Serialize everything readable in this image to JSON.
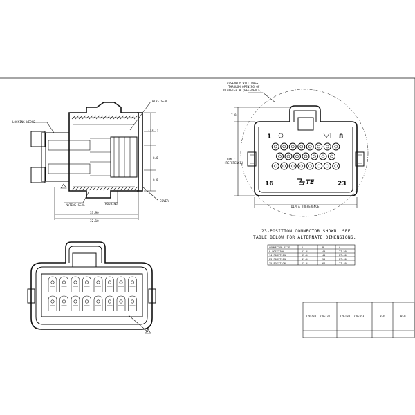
{
  "side_view": {
    "labels": {
      "locking_wedge": "LOCKING WEDGE",
      "wire_seal": "WIRE SEAL",
      "mating_seal": "MATING SEAL",
      "housing": "HOUSING",
      "cover": "COVER"
    },
    "dims": {
      "top": "(13.1)",
      "mid1": "8.6",
      "mid2": "9.9",
      "overall1": "33.90",
      "overall2": "32.10"
    }
  },
  "front_view": {
    "callout_lines": [
      "ASSEMBLY WILL PASS",
      "THROUGH OPENING OF",
      "DIAMETER B (REFERENCE)"
    ],
    "dim_top": "7.0",
    "dim_c_lines": [
      "DIM C",
      "(REFERENCE)"
    ],
    "dim_a": "DIM A (REFERENCE)",
    "pins": {
      "p1": "1",
      "p8": "8",
      "p16": "16",
      "p23": "23"
    },
    "logo": "TE"
  },
  "note": {
    "line1": "23-POSITION CONNECTOR SHOWN. SEE",
    "line2": "TABLE BELOW FOR ALTERNATE DIMENSIONS."
  },
  "dim_table": {
    "headers": [
      "CONNECTOR SIZE",
      "A",
      "B",
      "C"
    ],
    "rows": [
      [
        "8-POSITION",
        "27.4",
        "40",
        "27.50"
      ],
      [
        "14-POSITION",
        "35.4",
        "44",
        "27.60"
      ],
      [
        "23-POSITION",
        "47.4",
        "50",
        "27.40"
      ],
      [
        "35-POSITION",
        "63.4",
        "66",
        "27.40"
      ]
    ]
  },
  "title_block": {
    "cells": [
      "776230, 776231",
      "776180, 776163",
      "RED",
      "RED"
    ]
  }
}
